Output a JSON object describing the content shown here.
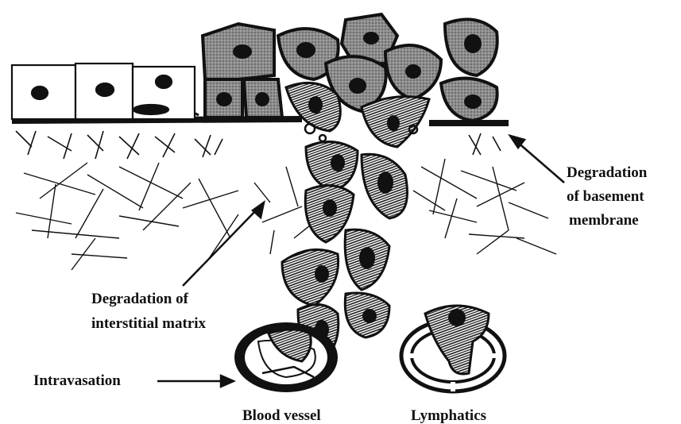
{
  "labels": {
    "basement": {
      "line1": "Degradation",
      "line2": "of basement",
      "line3": "membrane"
    },
    "interstitial": {
      "line1": "Degradation of",
      "line2": "interstitial matrix"
    },
    "intravasation": "Intravasation",
    "blood_vessel": "Blood vessel",
    "lymphatics": "Lymphatics"
  },
  "colors": {
    "ink": "#111111",
    "tumor_fill": "#8c8c8c",
    "paper": "#ffffff"
  }
}
